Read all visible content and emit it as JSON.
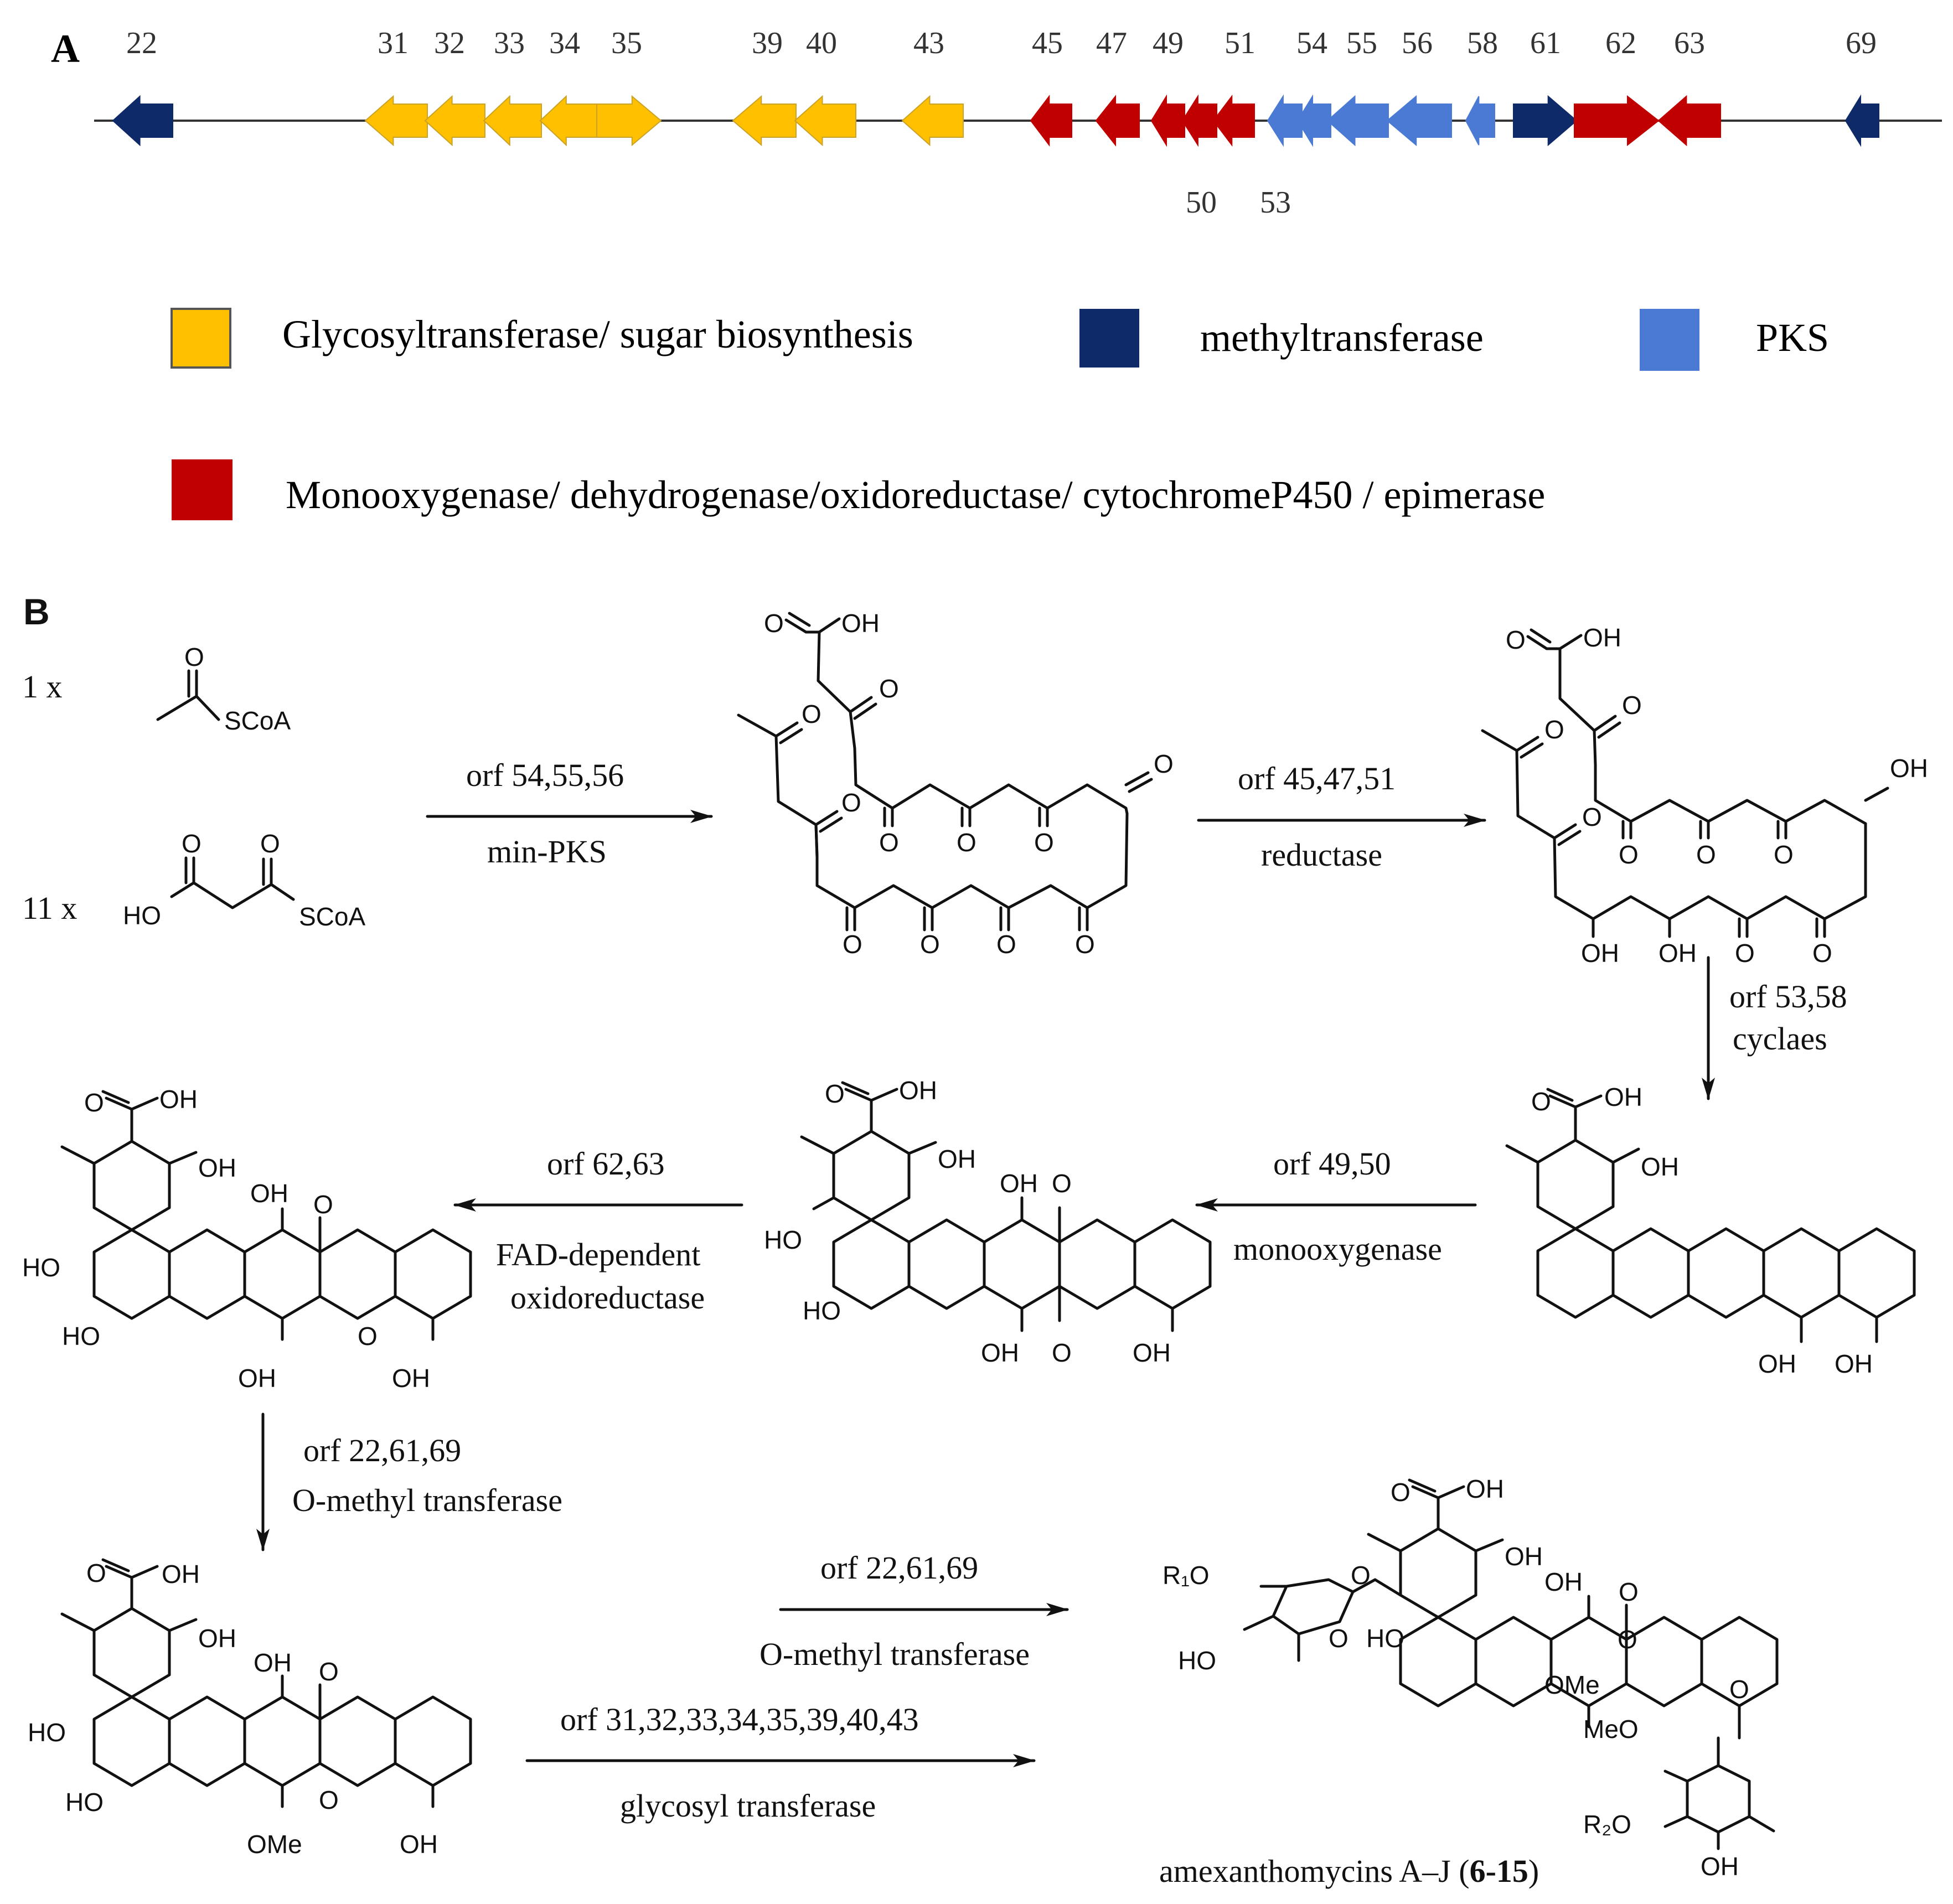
{
  "panel_a": {
    "label": "A",
    "genes": [
      {
        "num": "22",
        "dir": "left",
        "cat": "methyl"
      },
      {
        "num": "31",
        "dir": "left",
        "cat": "glyco"
      },
      {
        "num": "32",
        "dir": "left",
        "cat": "glyco"
      },
      {
        "num": "33",
        "dir": "left",
        "cat": "glyco"
      },
      {
        "num": "34",
        "dir": "left",
        "cat": "glyco"
      },
      {
        "num": "35",
        "dir": "right",
        "cat": "glyco"
      },
      {
        "num": "39",
        "dir": "left",
        "cat": "glyco"
      },
      {
        "num": "40",
        "dir": "left",
        "cat": "glyco"
      },
      {
        "num": "43",
        "dir": "left",
        "cat": "glyco"
      },
      {
        "num": "45",
        "dir": "left",
        "cat": "oxido"
      },
      {
        "num": "47",
        "dir": "left",
        "cat": "oxido"
      },
      {
        "num": "49",
        "dir": "left",
        "cat": "oxido"
      },
      {
        "num": "50",
        "dir": "left",
        "cat": "oxido"
      },
      {
        "num": "51",
        "dir": "left",
        "cat": "oxido"
      },
      {
        "num": "53",
        "dir": "left",
        "cat": "pks"
      },
      {
        "num": "54",
        "dir": "left",
        "cat": "pks"
      },
      {
        "num": "55",
        "dir": "left",
        "cat": "pks"
      },
      {
        "num": "56",
        "dir": "left",
        "cat": "pks"
      },
      {
        "num": "58",
        "dir": "left",
        "cat": "pks"
      },
      {
        "num": "61",
        "dir": "right",
        "cat": "methyl"
      },
      {
        "num": "62",
        "dir": "right",
        "cat": "oxido"
      },
      {
        "num": "63",
        "dir": "left",
        "cat": "oxido"
      },
      {
        "num": "69",
        "dir": "left",
        "cat": "methyl"
      }
    ],
    "legend": [
      {
        "cat": "glyco",
        "label": "Glycosyltransferase/ sugar biosynthesis"
      },
      {
        "cat": "methyl",
        "label": "methyltransferase"
      },
      {
        "cat": "pks",
        "label": "PKS"
      },
      {
        "cat": "oxido",
        "label": "Monooxygenase/ dehydrogenase/oxidoreductase/ cytochromeP450 / epimerase"
      }
    ]
  },
  "colors": {
    "glyco": "#FFC000",
    "glyco_stroke": "#C9A227",
    "methyl": "#0F2A68",
    "pks": "#4A7AD4",
    "oxido": "#C00000",
    "line": "#333333"
  },
  "panel_b": {
    "label": "B",
    "starters": {
      "acetyl_count": "1 x",
      "malonyl_count": "11 x",
      "scoa": "SCoA",
      "o": "O",
      "ho": "HO"
    },
    "steps": {
      "s1": {
        "top": "orf 54,55,56",
        "bottom": "min-PKS"
      },
      "s2": {
        "top": "orf 45,47,51",
        "bottom": "reductase"
      },
      "s3": {
        "top": "orf 53,58",
        "bottom": "cyclaes"
      },
      "s4": {
        "top": "orf 49,50",
        "bottom": "monooxygenase"
      },
      "s5": {
        "top": "orf 62,63",
        "bottom_1": "FAD-dependent",
        "bottom_2": "oxidoreductase"
      },
      "s6": {
        "top": "orf 22,61,69",
        "bottom": "O-methyl transferase"
      },
      "s7": {
        "top": "orf 22,61,69",
        "bottom": "O-methyl transferase"
      },
      "s8": {
        "top": "orf 31,32,33,34,35,39,40,43",
        "bottom": "glycosyl transferase"
      }
    },
    "atoms": {
      "o": "O",
      "oh": "OH",
      "ho": "HO",
      "ome": "OMe",
      "meo": "MeO",
      "r1o": "R₁O",
      "r2o": "R₂O"
    },
    "product_name": "amexanthomycins A–J (",
    "product_ids": "6-15",
    "product_close": ")"
  }
}
